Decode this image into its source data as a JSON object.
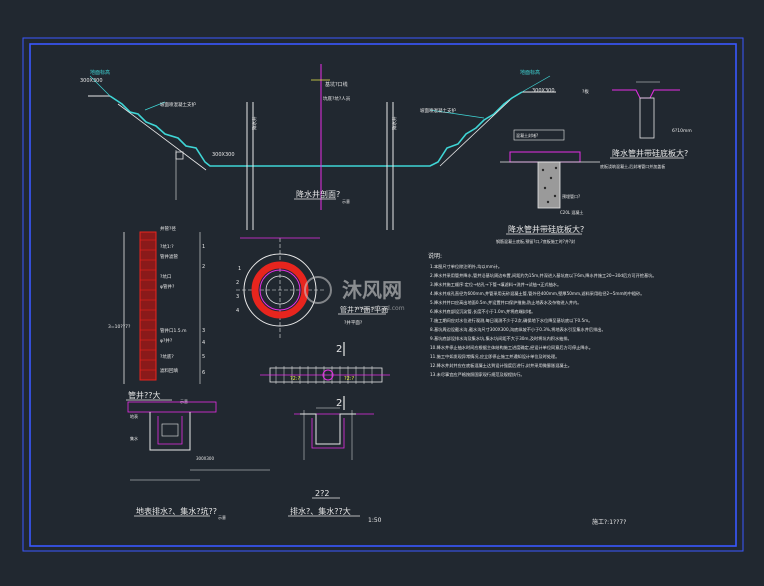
{
  "colors": {
    "background": "#212830",
    "frame": "#3a57ff",
    "line_white": "#e8e8e8",
    "cyan": "#3fd6d6",
    "magenta": "#e62ee6",
    "red": "#e8251e",
    "yellow": "#e8e84a",
    "green": "#35d035"
  },
  "section": {
    "title": "降水井剖面?",
    "scale": "示意",
    "left_labels": [
      "地面标高",
      "300X300",
      "坡面喷混凝土支护",
      "300X300"
    ],
    "right_labels": [
      "地面标高",
      "300X300",
      "坡面喷混凝土支护"
    ],
    "center_labels": [
      "基坑?口线",
      "坑底?坑?人员"
    ],
    "well_label": "降水井"
  },
  "detail_wellhead": {
    "title": "降水管井带硅底板大?",
    "notes": [
      "混凝土封堵?",
      "预埋管口?"
    ],
    "footnote": "钢筋混凝土底板,预留?口,?底板施工时?井?封"
  },
  "detail_cap": {
    "title": "降水管井带硅底板大?",
    "note": "底板浇筑混凝土,后封堵管口并加盖板",
    "labels": [
      "?板",
      "6?10mm"
    ]
  },
  "pipe_well": {
    "title": "管井??大",
    "scale": "示意",
    "labels": [
      "井管?径",
      "?坑1:?",
      "管井滤管",
      "?坑口",
      "φ管井?",
      "管井口1.5.m",
      "φ?井?",
      "?坑底?",
      "滤料回填",
      "3=10??7?"
    ],
    "right_numbers": [
      "1",
      "2",
      "3",
      "4",
      "5",
      "6"
    ]
  },
  "plan": {
    "title": "管井?'?面?平面",
    "subtitle": "?井平面?",
    "numbers": [
      "1",
      "2",
      "3",
      "4"
    ]
  },
  "layout_strip": {
    "labels": [
      "?2:?",
      "?2:?"
    ],
    "marker": "2"
  },
  "collect_well": {
    "title": "地表排水?、集水?坑??",
    "scale": "示意"
  },
  "drain": {
    "title": "排水?、集水??大",
    "section_label": "2?2",
    "scale": "1:50"
  },
  "notes": {
    "heading": "说明:",
    "lines": [
      "1.本图尺寸单位除注明外,均以mm计。",
      "2.降水井采用管井降水,管井沿基坑周边布置,间距约为15m,井深进入基坑底以下6m,降水井施工20~30d后方可开挖基坑。",
      "3.降水井施工顺序:定位→钻孔→下管→填滤料→洗井→试抽→正式抽水。",
      "4.降水井成孔直径为600mm,井管采用无砂混凝土管,管外径400mm,壁厚50mm,滤料采用粒径2~5mm的中粗砂。",
      "5.降水井井口应高出地面0.5m,并设置井口保护措施,防止地表水及杂物进入井内。",
      "6.降水井底部设沉淀管,长度不小于1.0m,并将底端封堵。",
      "7.施工期间应对水位进行观测,每日观测不少于2次,确保地下水位降至基坑底以下0.5m。",
      "8.基坑周边设截水沟,截水沟尺寸300X300,沟底纵坡不小于0.3%,将地表水引至集水井后排出。",
      "9.基坑底部设排水沟及集水坑,集水坑间距不大于30m,及时将坑内积水抽排。",
      "10.降水井停止抽水时间应根据主体结构施工进度确定,经设计单位同意后方可停止降水。",
      "11.施工中如发现异常情况,应立即停止施工并通知设计单位及时处理。",
      "12.降水井封井应在底板混凝土达到设计强度后进行,封井采用微膨胀混凝土。",
      "13.未尽事宜应严格按照国家现行规范及规程执行。"
    ],
    "footer": "施工?:1??7?"
  },
  "watermark": {
    "text": "沐风网",
    "url": "www.mfcad.com"
  }
}
